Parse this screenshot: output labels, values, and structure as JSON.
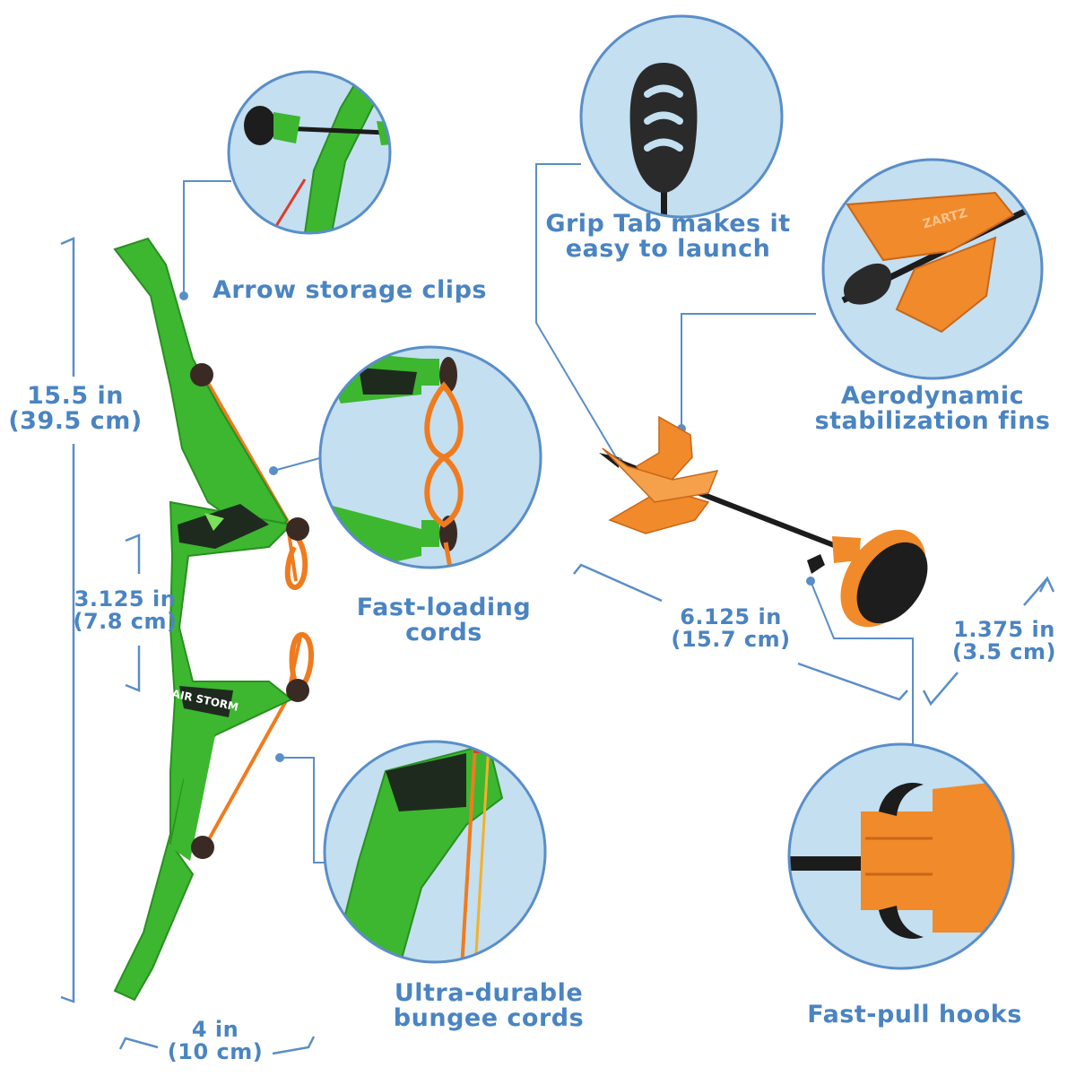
{
  "callouts": {
    "arrow_storage_clips": "Arrow storage clips",
    "grip_tab": [
      "Grip Tab makes it",
      "easy to launch"
    ],
    "stabilization_fins": [
      "Aerodynamic",
      "stabilization fins"
    ],
    "fast_loading_cords": [
      "Fast-loading",
      "cords"
    ],
    "bungee_cords": [
      "Ultra-durable",
      "bungee cords"
    ],
    "fast_pull_hooks": "Fast-pull hooks"
  },
  "dimensions": {
    "bow_height": [
      "15.5 in",
      "(39.5 cm)"
    ],
    "grip_height": [
      "3.125 in",
      "(7.8 cm)"
    ],
    "bow_width": [
      "4 in",
      "(10 cm)"
    ],
    "arrow_length": [
      "6.125 in",
      "(15.7 cm)"
    ],
    "cup_diameter": [
      "1.375 in",
      "(3.5 cm)"
    ]
  },
  "product_marks": {
    "bow_brand": "AIR STORM",
    "arrow_brand": "ZARTZ"
  },
  "colors": {
    "callout_text": "#4a84c2",
    "line": "#5a8ec8",
    "circle_bg": "#c3dff0",
    "circle_border": "#5a8ec8",
    "bow_green": "#3cb72f",
    "cord_orange": "#f07b1e",
    "arrow_orange": "#f08a2a",
    "shaft_black": "#1c1c1c"
  }
}
